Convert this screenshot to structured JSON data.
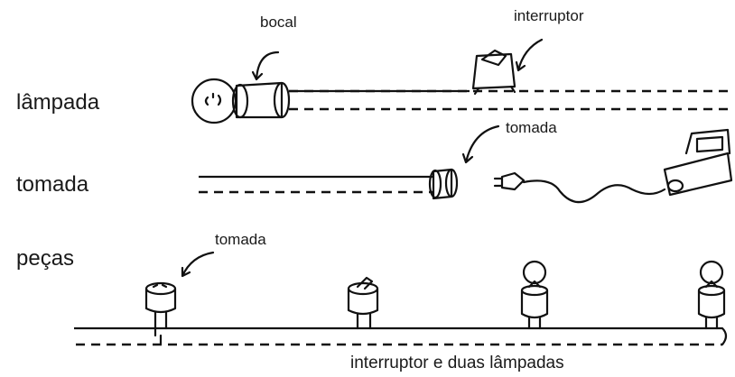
{
  "rows": {
    "lamp": "lâmpada",
    "outlet": "tomada",
    "parts": "peças"
  },
  "callouts": {
    "socket": "bocal",
    "switch": "interruptor",
    "outlet_top": "tomada",
    "outlet_bottom": "tomada"
  },
  "caption": "interruptor e duas lâmpadas",
  "colors": {
    "ink": "#111111",
    "background": "#ffffff"
  }
}
